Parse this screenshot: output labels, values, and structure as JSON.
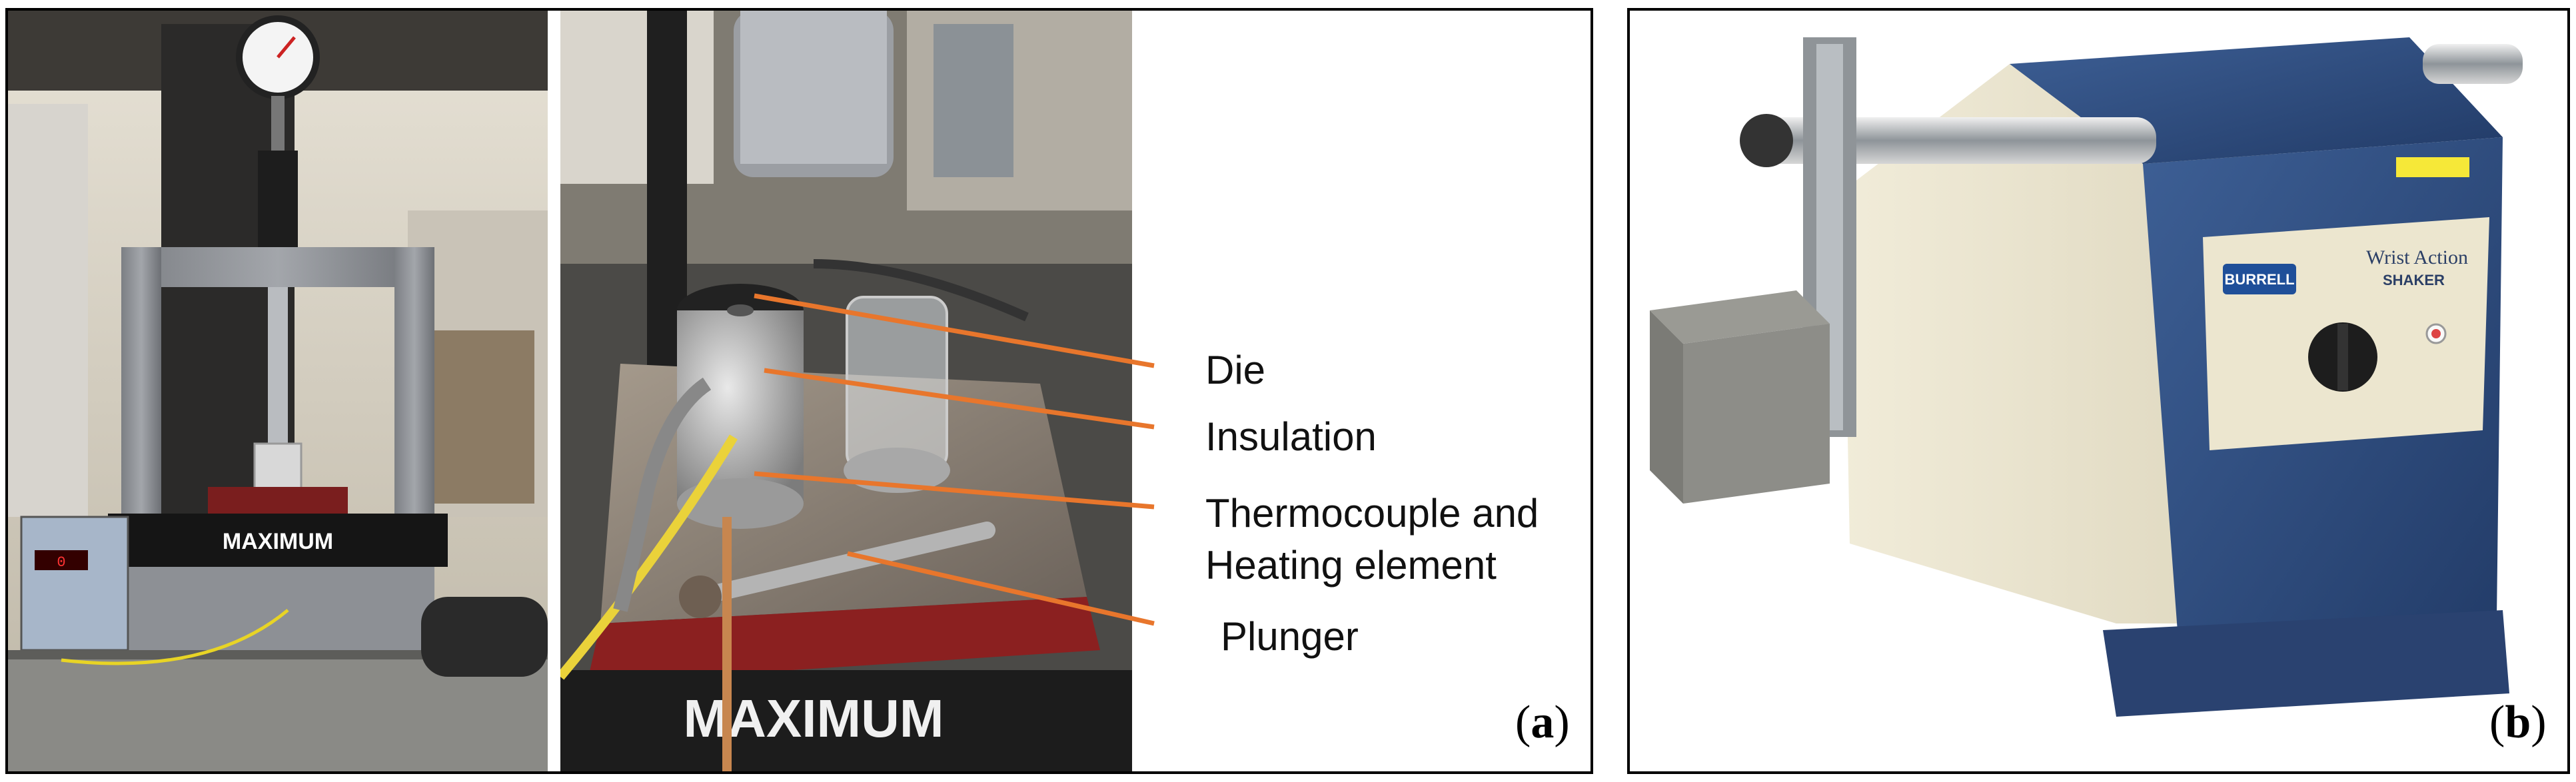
{
  "panel_a": {
    "letter_open": "(",
    "letter": "a",
    "letter_close": ")",
    "photo_left": {
      "brand": "MAXIMUM",
      "description_icon": "hydraulic-press-photo"
    },
    "photo_right": {
      "brand": "MAXIMUM",
      "description_icon": "die-setup-photo"
    },
    "callouts": [
      {
        "id": "die",
        "lines": [
          "Die"
        ]
      },
      {
        "id": "insulation",
        "lines": [
          "Insulation"
        ]
      },
      {
        "id": "thermocouple",
        "lines": [
          "Thermocouple and",
          "Heating element"
        ]
      },
      {
        "id": "plunger",
        "lines": [
          "Plunger"
        ]
      }
    ],
    "callout_color": "#E8762C"
  },
  "panel_b": {
    "letter_open": "(",
    "letter": "b",
    "letter_close": ")",
    "photo": {
      "brand_badge": "BURRELL",
      "title_line1": "Wrist Action",
      "title_line2": "SHAKER",
      "description_icon": "wrist-action-shaker-photo"
    }
  }
}
